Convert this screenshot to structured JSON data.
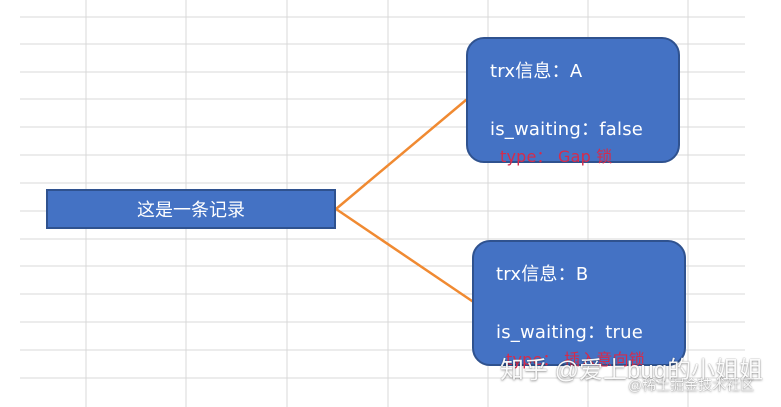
{
  "diagram": {
    "record": {
      "label": "这是一条记录"
    },
    "transactions": [
      {
        "title": "trx信息：A",
        "waiting": "is_waiting：false",
        "type": "type：   Gap 锁"
      },
      {
        "title": "trx信息：B",
        "waiting": "is_waiting：true",
        "type": "type：   插入意向锁"
      }
    ]
  },
  "watermark": {
    "main": "知乎 @爱上bug的小姐姐",
    "sub": "@稀土掘金技术社区"
  },
  "colors": {
    "box_fill": "#4472c4",
    "box_border": "#2f528f",
    "connector": "#f08a32",
    "grid": "#d9d9d9",
    "type_text": "#d62b4b"
  }
}
